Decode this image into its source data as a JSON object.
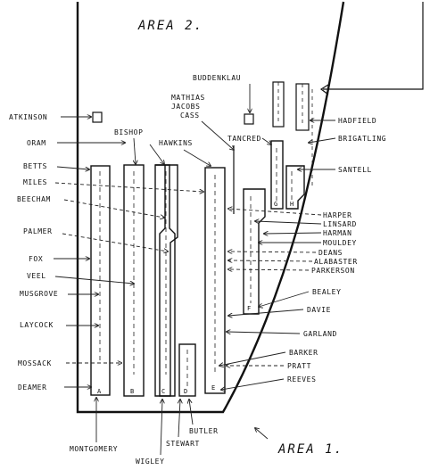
{
  "areas": {
    "area2": "AREA 2.",
    "area1": "AREA 1."
  },
  "units": [
    "A",
    "B",
    "C",
    "D",
    "E",
    "F",
    "G",
    "H"
  ],
  "labels": {
    "buddenklau": "BUDDENKLAU",
    "mathias": "MATHIAS",
    "jacobs": "JACOBS",
    "cass": "CASS",
    "atkinson": "ATKINSON",
    "oram": "ORAM",
    "bishop": "BISHOP",
    "hawkins": "HAWKINS",
    "tancred": "TANCRED",
    "hadfield": "HADFIELD",
    "brigatling": "BRIGATLING",
    "santell": "SANTELL",
    "betts": "BETTS",
    "miles": "MILES",
    "beecham": "BEECHAM",
    "palmer": "PALMER",
    "fox": "FOX",
    "veel": "VEEL",
    "musgrove": "MUSGROVE",
    "laycock": "LAYCOCK",
    "mossack": "MOSSACK",
    "deamer": "DEAMER",
    "harper": "HARPER",
    "linsard": "LINSARD",
    "harman": "HARMAN",
    "mouldey": "MOULDEY",
    "deans": "DEANS",
    "alabaster": "ALABASTER",
    "parkerson": "PARKERSON",
    "bealey": "BEALEY",
    "davie": "DAVIE",
    "garland": "GARLAND",
    "barker": "BARKER",
    "pratt": "PRATT",
    "reeves": "REEVES",
    "montgomery": "MONTGOMERY",
    "wigley": "WIGLEY",
    "stewart": "STEWART",
    "butler": "BUTLER"
  }
}
